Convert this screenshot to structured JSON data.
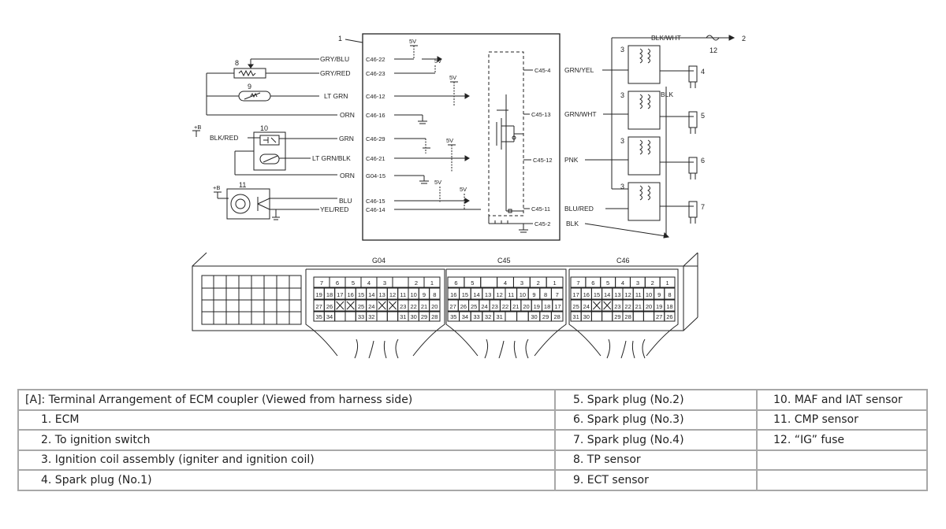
{
  "diagram": {
    "callouts": {
      "ecm": "1",
      "to_ignition_switch": "2",
      "coil_a": "3",
      "coil_b": "3",
      "coil_c": "3",
      "coil_d": "3",
      "plug1": "4",
      "plug2": "5",
      "plug3": "6",
      "plug4": "7",
      "tp_sensor": "8",
      "ect_sensor": "9",
      "maf_iat": "10",
      "cmp": "11",
      "ig_fuse": "12"
    },
    "supply": {
      "v5": "5V",
      "plus_b": "+B"
    },
    "left_wires": [
      {
        "color": "GRY/BLU",
        "pin": "C46-22"
      },
      {
        "color": "GRY/RED",
        "pin": "C46-23"
      },
      {
        "color": "LT GRN",
        "pin": "C46-12"
      },
      {
        "color": "ORN",
        "pin": "C46-16"
      },
      {
        "color": "GRN",
        "pin": "C46-29"
      },
      {
        "color": "LT GRN/BLK",
        "pin": "C46-21"
      },
      {
        "color": "ORN",
        "pin": "G04-15"
      },
      {
        "color": "BLU",
        "pin": "C46-15"
      },
      {
        "color": "YEL/RED",
        "pin": "C46-14"
      }
    ],
    "maf_supply_wire": "BLK/RED",
    "right_wires": [
      {
        "pin": "C45-4",
        "color": "GRN/YEL"
      },
      {
        "pin": "C45-13",
        "color": "GRN/WHT"
      },
      {
        "pin": "C45-12",
        "color": "PNK"
      },
      {
        "pin": "C45-11",
        "color": "BLU/RED"
      },
      {
        "pin": "C45-2",
        "color": "BLK"
      }
    ],
    "top_wire": "BLK/WHT",
    "coil_ground_wire": "BLK",
    "connectors": [
      {
        "name": "G04",
        "rows": [
          [
            "7",
            "6",
            "5",
            "4",
            "3",
            "",
            "2",
            "1"
          ],
          [
            "19",
            "18",
            "17",
            "16",
            "15",
            "14",
            "13",
            "12",
            "11",
            "10",
            "9",
            "8"
          ],
          [
            "27",
            "26",
            "X",
            "X",
            "25",
            "24",
            "X",
            "X",
            "23",
            "22",
            "21",
            "20"
          ],
          [
            "35",
            "34",
            "",
            "",
            "33",
            "32",
            "",
            "",
            "31",
            "30",
            "29",
            "28"
          ]
        ]
      },
      {
        "name": "C45",
        "rows": [
          [
            "6",
            "5",
            "",
            "4",
            "3",
            "2",
            "1"
          ],
          [
            "16",
            "15",
            "14",
            "13",
            "12",
            "11",
            "10",
            "9",
            "8",
            "7"
          ],
          [
            "27",
            "26",
            "25",
            "24",
            "23",
            "22",
            "21",
            "20",
            "19",
            "18",
            "17"
          ],
          [
            "35",
            "34",
            "33",
            "32",
            "31",
            "",
            "",
            "30",
            "29",
            "28"
          ]
        ]
      },
      {
        "name": "C46",
        "rows": [
          [
            "7",
            "6",
            "5",
            "4",
            "3",
            "2",
            "1"
          ],
          [
            "17",
            "16",
            "15",
            "14",
            "13",
            "12",
            "11",
            "10",
            "9",
            "8"
          ],
          [
            "25",
            "24",
            "X",
            "X",
            "23",
            "22",
            "21",
            "20",
            "19",
            "18"
          ],
          [
            "31",
            "30",
            "",
            "",
            "29",
            "28",
            "",
            "",
            "27",
            "26"
          ]
        ]
      }
    ]
  },
  "legend": {
    "col1": [
      "[A]: Terminal Arrangement of ECM coupler (Viewed from harness side)",
      "1. ECM",
      "2. To ignition switch",
      "3. Ignition coil assembly (igniter and ignition coil)",
      "4. Spark plug (No.1)"
    ],
    "col2": [
      "5. Spark plug (No.2)",
      "6. Spark plug (No.3)",
      "7. Spark plug (No.4)",
      "8. TP sensor",
      "9. ECT sensor"
    ],
    "col3": [
      "10. MAF and IAT sensor",
      "11. CMP sensor",
      "12. “IG” fuse",
      "",
      ""
    ]
  }
}
